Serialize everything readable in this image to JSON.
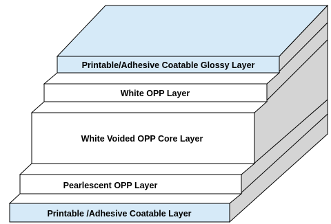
{
  "diagram": {
    "layers": [
      {
        "label": "Printable/Adhesive Coatable Glossy Layer"
      },
      {
        "label": "White OPP Layer"
      },
      {
        "label": "White Voided OPP Core Layer"
      },
      {
        "label": "Pearlescent OPP Layer"
      },
      {
        "label": "Printable /Adhesive Coatable Layer"
      }
    ],
    "colors": {
      "top_face": "#d6eaf8",
      "front_blue": "#d6eaf8",
      "front_white": "#ffffff",
      "side_gray": "#d4d4d4",
      "outline": "#000000"
    }
  }
}
